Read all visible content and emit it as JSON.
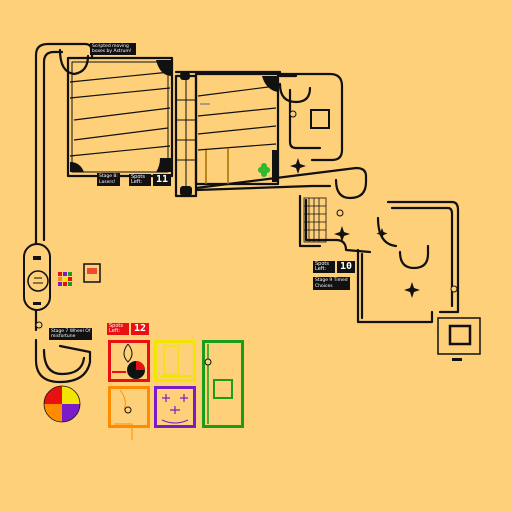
{
  "colors": {
    "background": "#ffd07a",
    "track": "#111111",
    "red": "#e81010",
    "yellow": "#f2e600",
    "green": "#1a9e1a",
    "orange": "#ff8c00",
    "purple": "#7a1cc8",
    "clover": "#2db82d"
  },
  "labels": {
    "scripted": "Scripted moving boxes by Astrum!",
    "stage8_a": "Stage 8:",
    "stage8_b": "Lasers!",
    "stage9_a": "Stage 9 Timed",
    "stage9_b": "Choices",
    "stage7_a": "Stage 7 Wheel Of",
    "stage7_b": "misfortune",
    "spots_left": "Spots Left:"
  },
  "counters": {
    "stage8": "11",
    "stage9": "10",
    "stage7": "12"
  },
  "icons": [
    "clover-icon",
    "star-icon",
    "player-icon",
    "wheel-icon",
    "gift-box-icon",
    "door-icon"
  ]
}
